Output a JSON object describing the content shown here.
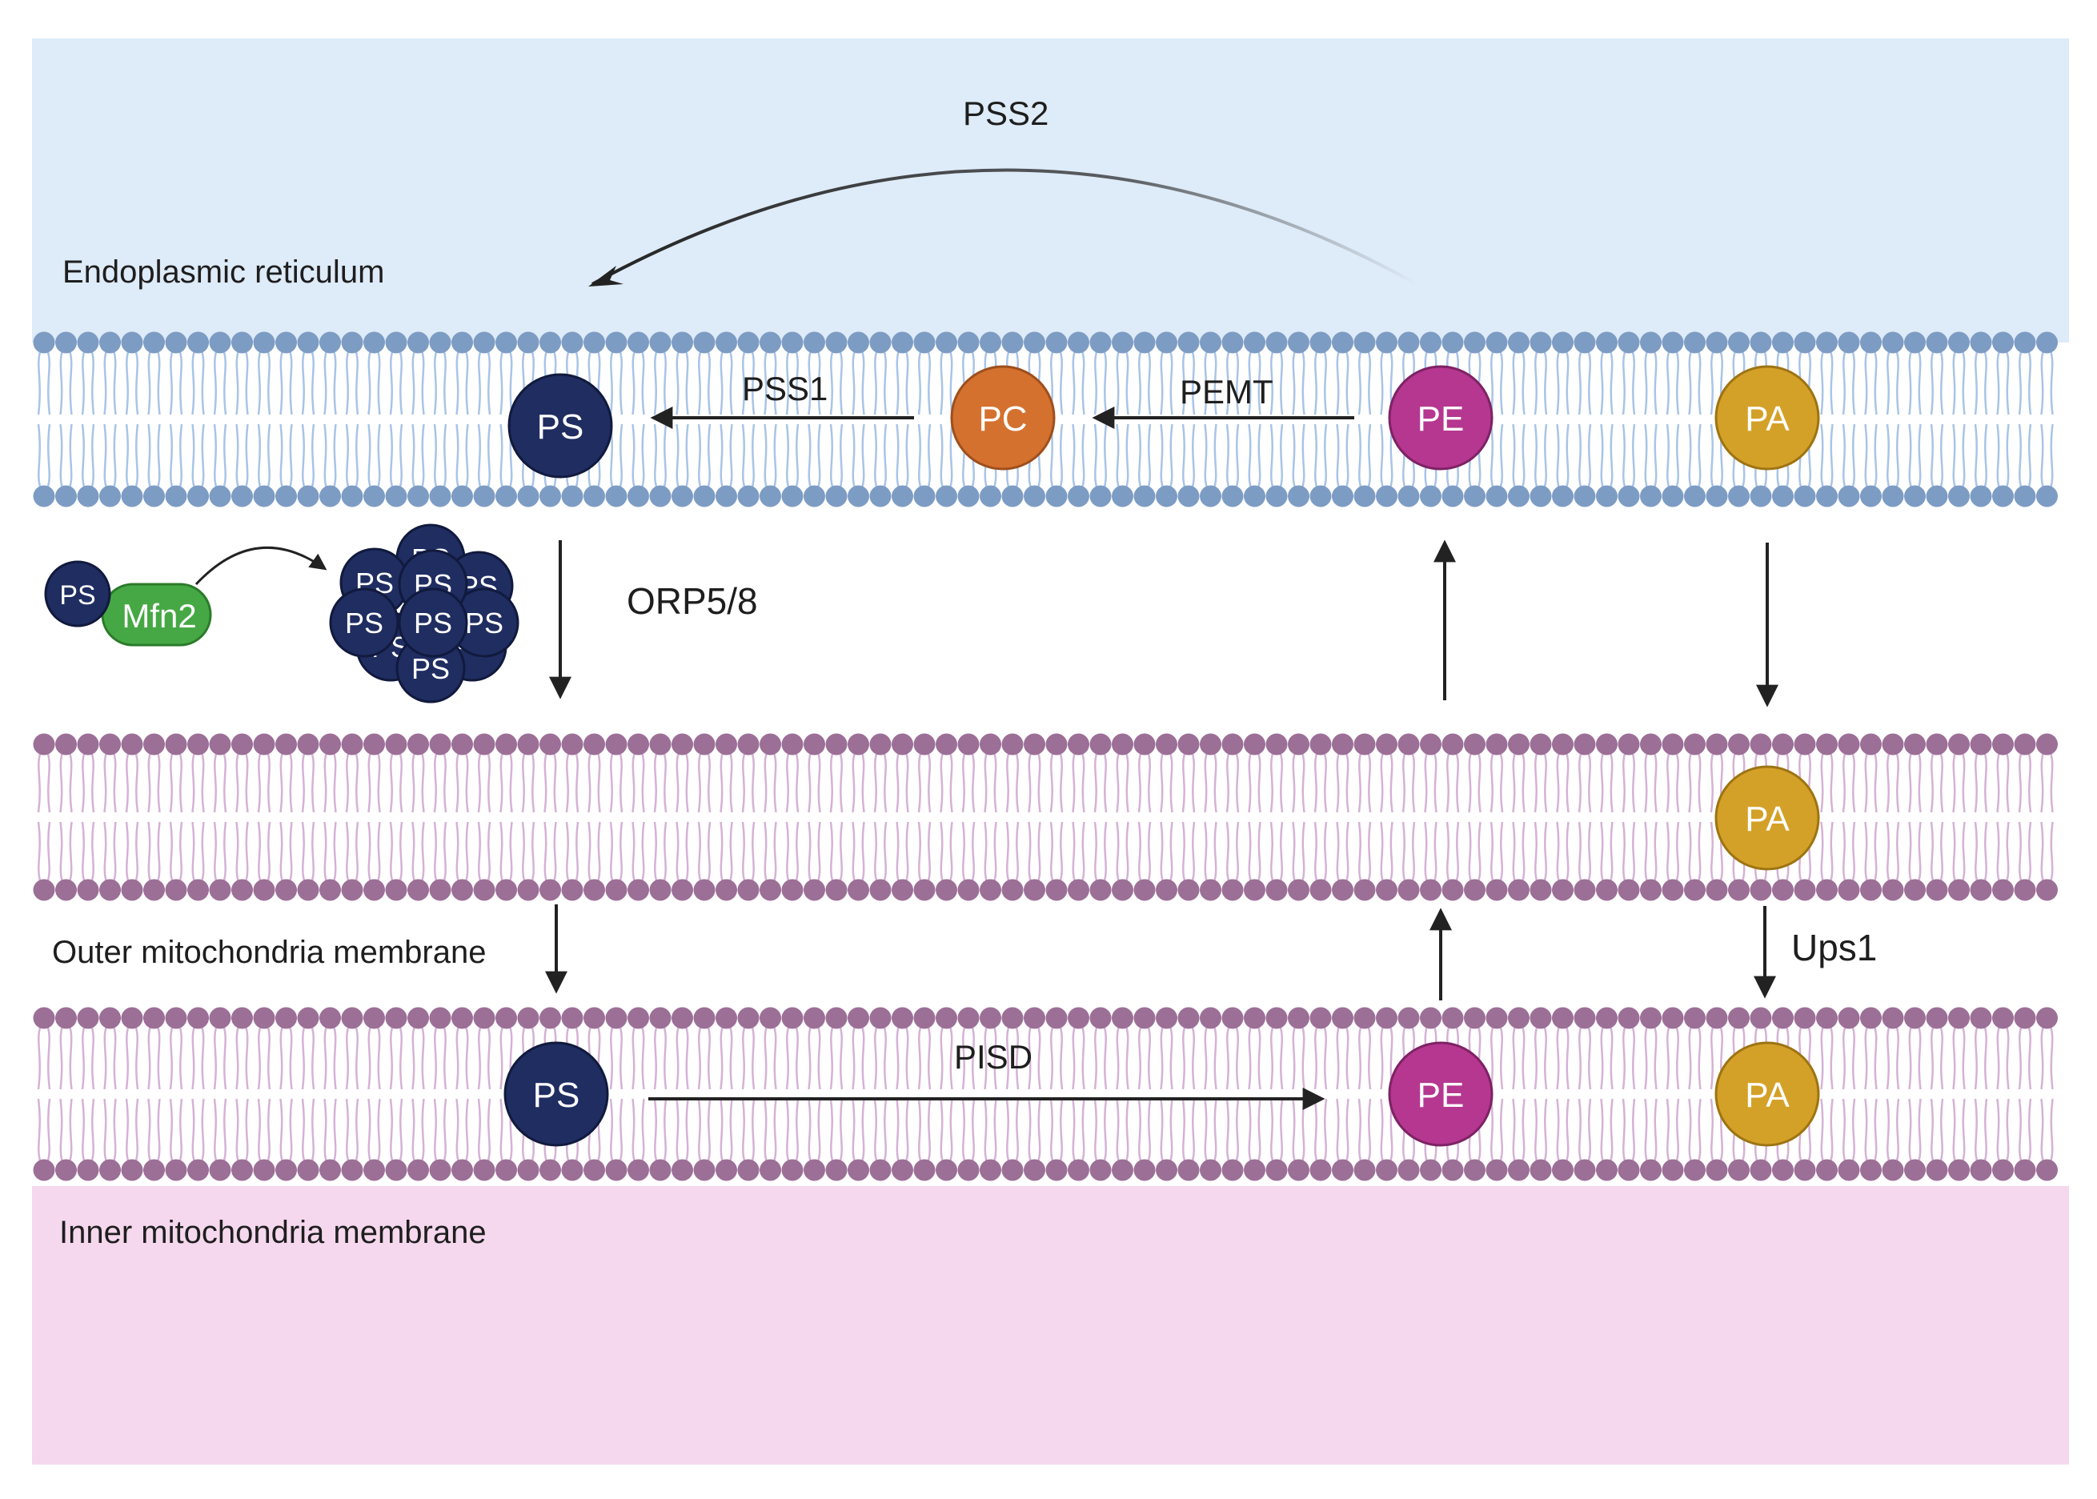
{
  "regions": {
    "er": "Endoplasmic reticulum",
    "outer": "Outer mitochondria membrane",
    "inner": "Inner mitochondria membrane"
  },
  "enzymes": {
    "pss2": "PSS2",
    "pss1": "PSS1",
    "pemt": "PEMT",
    "orp": "ORP5/8",
    "ups1": "Ups1",
    "pisd": "PISD"
  },
  "lipids": {
    "ps": "PS",
    "pc": "PC",
    "pe": "PE",
    "pa": "PA"
  },
  "complex": {
    "protein": "Mfn2",
    "lipid": "PS"
  },
  "colors": {
    "er_background": "#deebf8",
    "er_membrane": "#7d9cc4",
    "er_tails": "#a9c4e6",
    "mito_membrane": "#9c6f97",
    "mito_tails": "#d5b2d5",
    "matrix_background": "#f5d8ee",
    "ps": "#1f2d61",
    "pc": "#d4712f",
    "pe": "#b5378f",
    "pa": "#d4a128",
    "mfn2": "#46a844",
    "arrow": "#222222"
  }
}
